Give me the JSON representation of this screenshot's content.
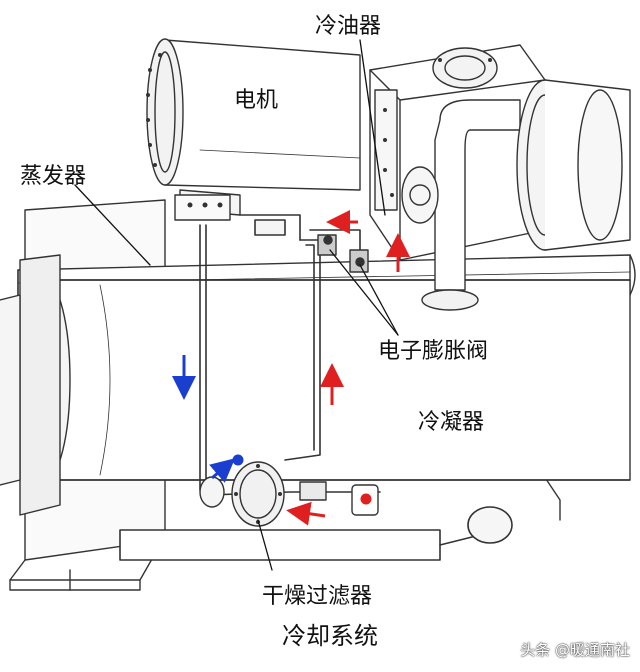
{
  "labels": {
    "oil_cooler": "冷油器",
    "motor": "电机",
    "evaporator": "蒸发器",
    "expansion_valve": "电子膨胀阀",
    "condenser": "冷凝器",
    "filter_dryer": "干燥过滤器",
    "title": "冷却系统"
  },
  "watermark": "头条 @暖通南社",
  "colors": {
    "flow_red": "#e02020",
    "flow_blue": "#1a3fd0",
    "line": "#333333"
  }
}
